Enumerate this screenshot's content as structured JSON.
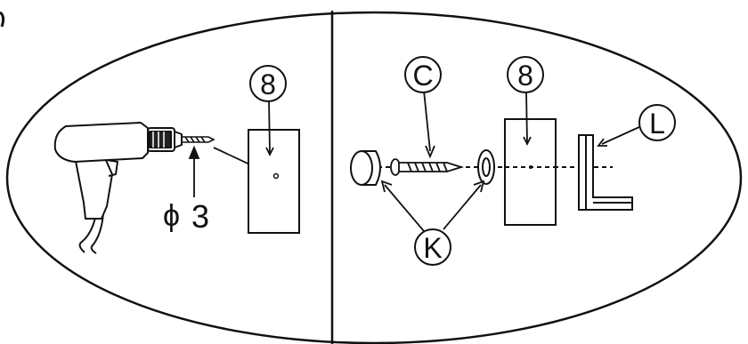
{
  "left_panel": {
    "part_label": "8",
    "drill_size_symbol": "ϕ",
    "drill_size_value": "3"
  },
  "right_panel": {
    "screw_label": "C",
    "part_label": "8",
    "anchor_label": "K",
    "bracket_label": "L"
  },
  "colors": {
    "line": "#111111",
    "fill": "#ffffff"
  },
  "icons": [
    "drill-icon",
    "drill-bit-icon",
    "screw-icon",
    "cap-icon",
    "washer-icon",
    "bracket-icon"
  ]
}
